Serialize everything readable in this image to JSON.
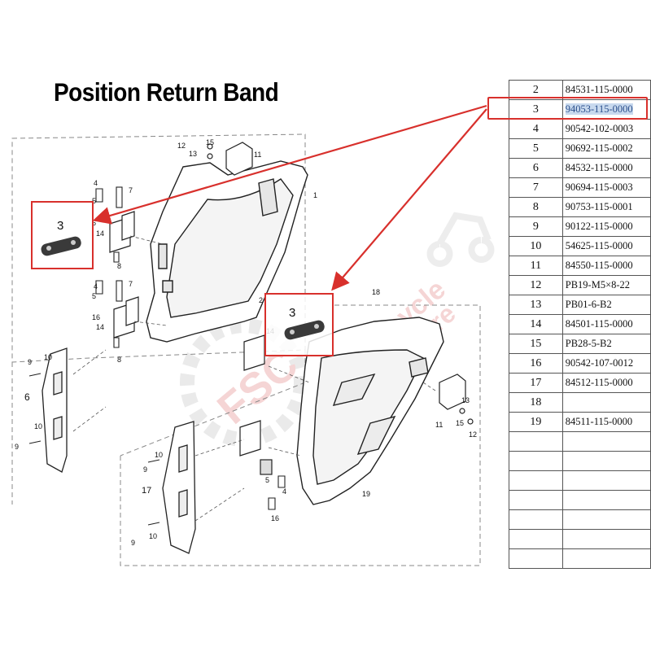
{
  "title": "Position Return Band",
  "watermark": {
    "line1": "Motorcycle",
    "line2": "Parts Store",
    "logo": "FSC",
    "color": "#e9a0a0"
  },
  "highlight_color": "#d8302c",
  "callouts": [
    {
      "label": "3"
    },
    {
      "label": "3"
    }
  ],
  "diagram_labels": {
    "n1": "1",
    "n2": "2",
    "n3": "3",
    "n4": "4",
    "n5": "5",
    "n6": "6",
    "n7": "7",
    "n8": "8",
    "n9": "9",
    "n10": "10",
    "n11": "11",
    "n12": "12",
    "n13": "13",
    "n14": "14",
    "n15": "15",
    "n16": "16",
    "n17": "17",
    "n18": "18",
    "n19": "19"
  },
  "parts_table": {
    "rows": [
      {
        "num": "2",
        "part": "84531-115-0000"
      },
      {
        "num": "3",
        "part": "94053-115-0000",
        "highlighted": true
      },
      {
        "num": "4",
        "part": "90542-102-0003"
      },
      {
        "num": "5",
        "part": "90692-115-0002"
      },
      {
        "num": "6",
        "part": "84532-115-0000"
      },
      {
        "num": "7",
        "part": "90694-115-0003"
      },
      {
        "num": "8",
        "part": "90753-115-0001"
      },
      {
        "num": "9",
        "part": "90122-115-0000"
      },
      {
        "num": "10",
        "part": "54625-115-0000"
      },
      {
        "num": "11",
        "part": "84550-115-0000"
      },
      {
        "num": "12",
        "part": "PB19-M5×8-22"
      },
      {
        "num": "13",
        "part": "PB01-6-B2"
      },
      {
        "num": "14",
        "part": "84501-115-0000"
      },
      {
        "num": "15",
        "part": "PB28-5-B2"
      },
      {
        "num": "16",
        "part": "90542-107-0012"
      },
      {
        "num": "17",
        "part": "84512-115-0000"
      },
      {
        "num": "18",
        "part": ""
      },
      {
        "num": "19",
        "part": "84511-115-0000"
      },
      {
        "num": "",
        "part": ""
      },
      {
        "num": "",
        "part": ""
      },
      {
        "num": "",
        "part": ""
      },
      {
        "num": "",
        "part": ""
      },
      {
        "num": "",
        "part": ""
      },
      {
        "num": "",
        "part": ""
      },
      {
        "num": "",
        "part": ""
      }
    ]
  }
}
